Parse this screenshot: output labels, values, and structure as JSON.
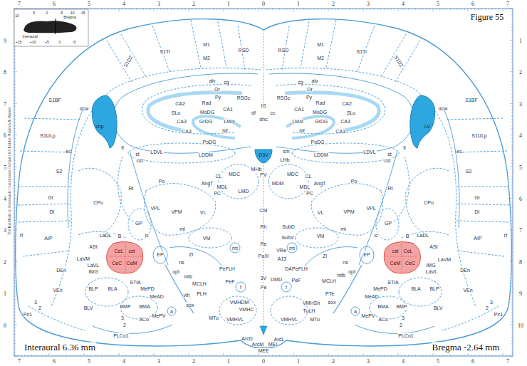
{
  "diagram": {
    "title": "Figure 55",
    "nodes": [
      {
        "text": [
          "chp"
        ]
      },
      {
        "text": [
          "LV"
        ]
      },
      {
        "text": [
          "D3V"
        ]
      },
      {
        "text": [
          "CeL",
          "cst",
          "CeC",
          "CeM"
        ]
      },
      {
        "text": [
          "cst",
          "CeL",
          "CeM",
          "CeC"
        ]
      }
    ],
    "labels": [
      "7",
      "6",
      "5",
      "4",
      "3",
      "2",
      "1",
      "0",
      "1",
      "2",
      "3",
      "4",
      "5",
      "6",
      "7",
      "7",
      "6",
      "5",
      "4",
      "3",
      "2",
      "1",
      "0",
      "1",
      "2",
      "3",
      "4",
      "5",
      "6",
      "7",
      "9",
      "8",
      "7",
      "6",
      "5",
      "4",
      "3",
      "2",
      "1",
      "0",
      "1",
      "2",
      "3",
      "4",
      "5",
      "6",
      "7",
      "8",
      "9",
      "10",
      "10",
      "5",
      "0",
      "-5",
      "-10",
      "-15",
      "Bregma",
      "Interaural",
      "+15",
      "+10",
      "+5",
      "0",
      "-5",
      "M1",
      "M1",
      "M2",
      "M2",
      "RSD",
      "RSD",
      "S1Tr",
      "S1Tr",
      "S1DZ",
      "S1DZ",
      "RSGc",
      "RSGc",
      "IG",
      "df",
      "cc",
      "dhc",
      "cg",
      "cg",
      "alv",
      "alv",
      "Or",
      "Or",
      "Py",
      "Py",
      "Rad",
      "Rad",
      "CA2",
      "CA2",
      "CA1",
      "CA1",
      "SLu",
      "SLu",
      "MoDG",
      "MoDG",
      "CA3",
      "CA3",
      "GrDG",
      "GrDG",
      "LMol",
      "LMol",
      "hif",
      "hif",
      "CA3",
      "CA3",
      "PoDG",
      "PoDG",
      "S1BF",
      "S1BF",
      "dcw",
      "dcw",
      "S1ULp",
      "S1ULp",
      "fi",
      "fi",
      "st",
      "st",
      "cst",
      "cst",
      "sm",
      "LHb",
      "MHb",
      "PV",
      "LDVL",
      "LDVL",
      "LDDM",
      "LDDM",
      "S2",
      "S2",
      "ec",
      "ec",
      "MDC",
      "MDC",
      "CL",
      "CL",
      "AngT",
      "AngT",
      "MDM",
      "MDL",
      "MDL",
      "PC",
      "PC",
      "LMD",
      "Po",
      "Po",
      "Rt",
      "Rt",
      "GI",
      "GI",
      "CPu",
      "CPu",
      "CM",
      "VPL",
      "VPL",
      "VPM",
      "VPM",
      "VL",
      "VL",
      "DI",
      "DI",
      "GP",
      "GP",
      "Rh",
      "SubD",
      "ml",
      "ml",
      "ic",
      "ic",
      "rf",
      "rf",
      "AIP",
      "AIP",
      "VM",
      "VM",
      "SubV",
      "LaDL",
      "LaDL",
      "B",
      "B",
      "Re",
      "ASt",
      "ASt",
      "mt",
      "mt",
      "VRe",
      "ZI",
      "ZI",
      "EP",
      "EP",
      "PaXi",
      "LaVM",
      "LaVM",
      "A13",
      "ns",
      "ns",
      "IMG",
      "IMG",
      "LaVL",
      "LaVL",
      "DEn",
      "DEn",
      "DA",
      "PeFLH",
      "PeFLH",
      "opt",
      "opt",
      "mfb",
      "mfb",
      "3V",
      "PeF",
      "PeF",
      "MCLH",
      "MCLH",
      "STIA",
      "STIA",
      "DMD",
      "MePD",
      "MePD",
      "f",
      "f",
      "Pe",
      "BLP",
      "BLP",
      "BLA",
      "BLA",
      "VEn",
      "VEn",
      "PLH",
      "PTe",
      "vlh",
      "MeAD",
      "MeAD",
      "sox",
      "sox",
      "VMHDM",
      "VMHSh",
      "BMP",
      "BMP",
      "BMA",
      "BMA",
      "BLV",
      "BLV",
      "VMHC",
      "TuLH",
      "a",
      "a",
      "Pir1",
      "Pir1",
      "MePV",
      "MePV",
      "MTu",
      "MTu",
      "VMHVL",
      "VMHVL",
      "ACo",
      "ACo",
      "3",
      "2",
      "3",
      "2",
      "3",
      "2",
      "3",
      "2",
      "PLCo1",
      "PLCo1",
      "ArcD",
      "ArcM",
      "MEI",
      "ArcL",
      "MEE",
      "Interaural 6.36 mm",
      "Bregma -2.64 mm",
      "The Rat Brain in Stereotaxic Coordinates Compact 6th Edition Paxinos & Watson"
    ]
  }
}
